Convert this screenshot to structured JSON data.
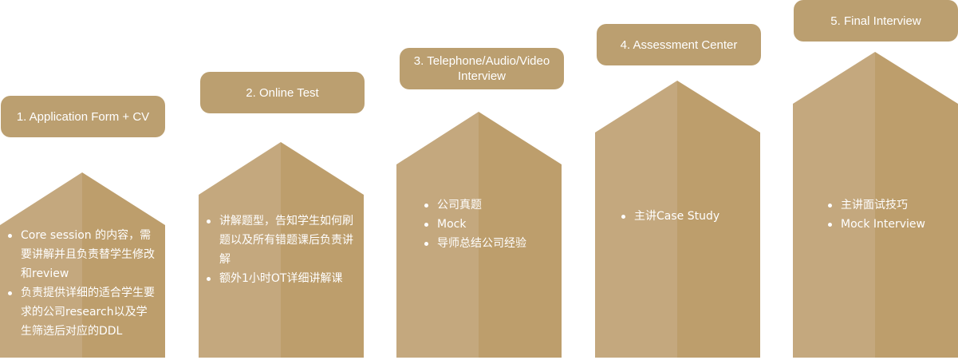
{
  "colors": {
    "label_fill": "#bb9f70",
    "house_light": "#c4a87e",
    "house_dark": "#bd9e6c",
    "text": "#ffffff"
  },
  "stages": [
    {
      "label": "1. Application Form + CV",
      "items": [
        "Core session 的内容，需要讲解并且负责替学生修改和review",
        "负责提供详细的适合学生要求的公司research以及学生筛选后对应的DDL"
      ]
    },
    {
      "label": "2. Online Test",
      "items": [
        "讲解题型，告知学生如何刷题以及所有错题课后负责讲解",
        "额外1小时OT详细讲解课"
      ]
    },
    {
      "label": "3. Telephone/Audio/Video Interview",
      "items": [
        "公司真题",
        "Mock",
        "导师总结公司经验"
      ]
    },
    {
      "label": "4. Assessment Center",
      "items": [
        "主讲Case Study"
      ]
    },
    {
      "label": "5. Final Interview",
      "items": [
        "主讲面试技巧",
        "Mock Interview"
      ]
    }
  ]
}
